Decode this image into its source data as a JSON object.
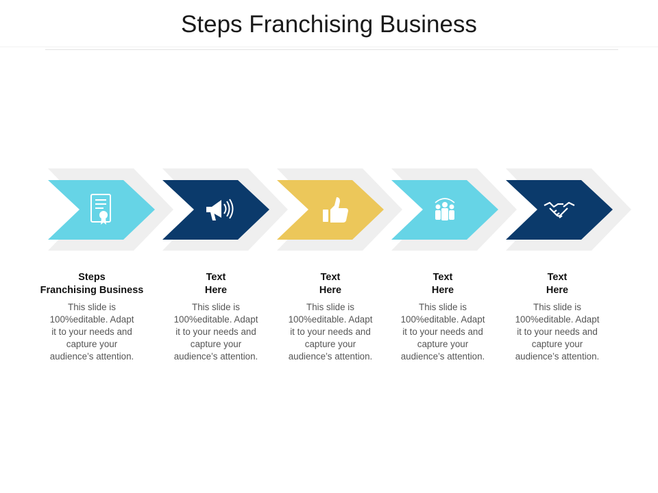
{
  "title": "Steps Franchising Business",
  "colors": {
    "light_blue": "#66d4e6",
    "navy": "#0b3a6b",
    "yellow": "#ecc75a",
    "shadow": "#efefef",
    "icon": "#ffffff"
  },
  "steps": [
    {
      "heading": "Steps\nFranchising Business",
      "body": "This slide is\n100%editable. Adapt\nit to your needs and\ncapture your\naudience’s attention.",
      "color": "#66d4e6",
      "icon": "certificate-icon"
    },
    {
      "heading": "Text\nHere",
      "body": "This slide is\n100%editable. Adapt\nit to your needs and\ncapture your\naudience’s attention.",
      "color": "#0b3a6b",
      "icon": "megaphone-icon"
    },
    {
      "heading": "Text\nHere",
      "body": "This slide is\n100%editable. Adapt\nit to your needs and\ncapture your\naudience’s attention.",
      "color": "#ecc75a",
      "icon": "thumbs-up-icon"
    },
    {
      "heading": "Text\nHere",
      "body": "This slide is\n100%editable. Adapt\nit to your needs and\ncapture your\naudience’s attention.",
      "color": "#66d4e6",
      "icon": "team-icon"
    },
    {
      "heading": "Text\nHere",
      "body": "This slide is\n100%editable. Adapt\nit to your needs and\ncapture your\naudience’s attention.",
      "color": "#0b3a6b",
      "icon": "handshake-icon"
    }
  ]
}
